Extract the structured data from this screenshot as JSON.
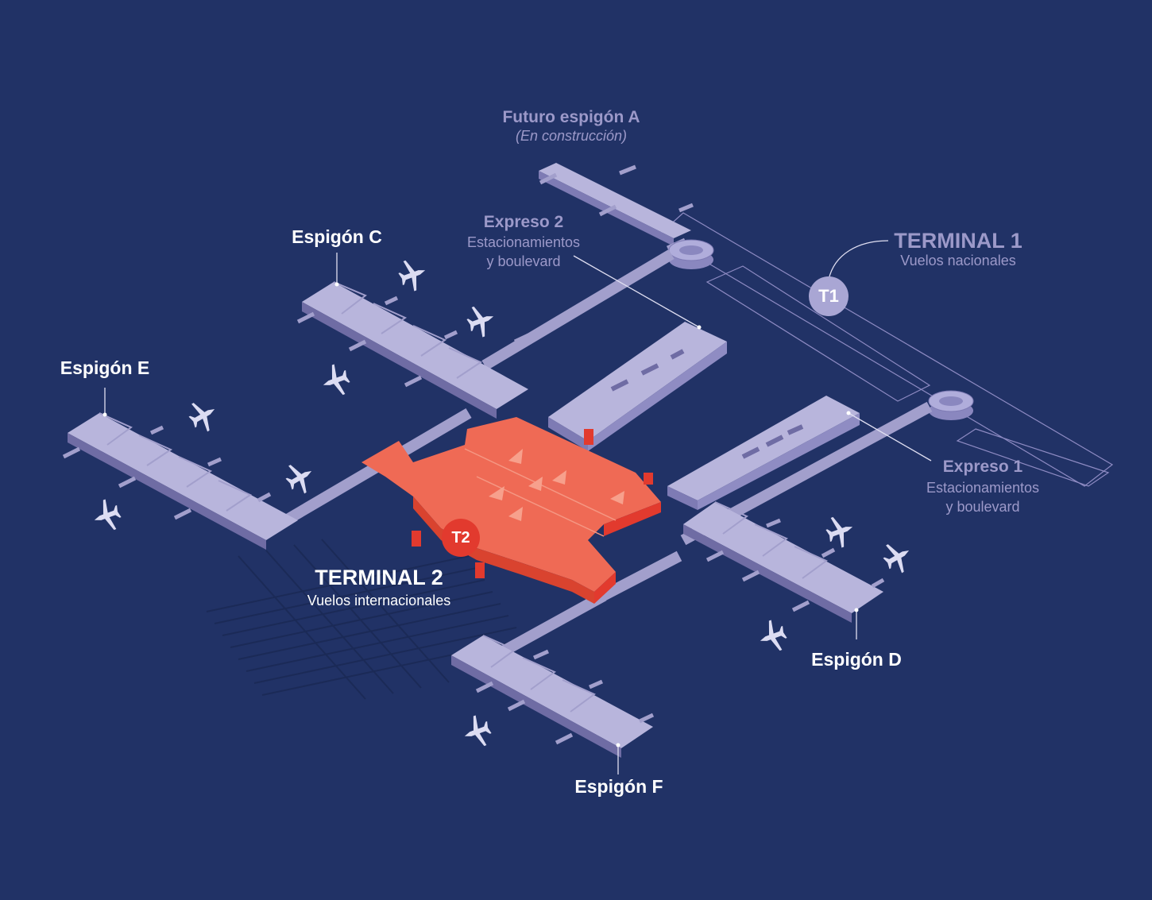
{
  "labels": {
    "future_a_title": "Futuro espigón A",
    "future_a_sub": "(En construcción)",
    "expreso2_title": "Expreso 2",
    "expreso2_sub1": "Estacionamientos",
    "expreso2_sub2": "y boulevard",
    "terminal1_title": "TERMINAL 1",
    "terminal1_sub": "Vuelos nacionales",
    "t1_badge": "T1",
    "espigon_c": "Espigón C",
    "espigon_e": "Espigón E",
    "expreso1_title": "Expreso 1",
    "expreso1_sub1": "Estacionamientos",
    "expreso1_sub2": "y boulevard",
    "t2_badge": "T2",
    "terminal2_title": "TERMINAL 2",
    "terminal2_sub": "Vuelos internacionales",
    "espigon_d": "Espigón D",
    "espigon_f": "Espigón F"
  },
  "colors": {
    "background": "#213266",
    "building": "#a29fcc",
    "building_dark": "#6f6ca4",
    "terminal2": "#ef6a55",
    "terminal2_accent": "#e23a2e",
    "label_white": "#ffffff",
    "label_muted": "#9c99c9",
    "aircraft": "#dcdcf2"
  }
}
